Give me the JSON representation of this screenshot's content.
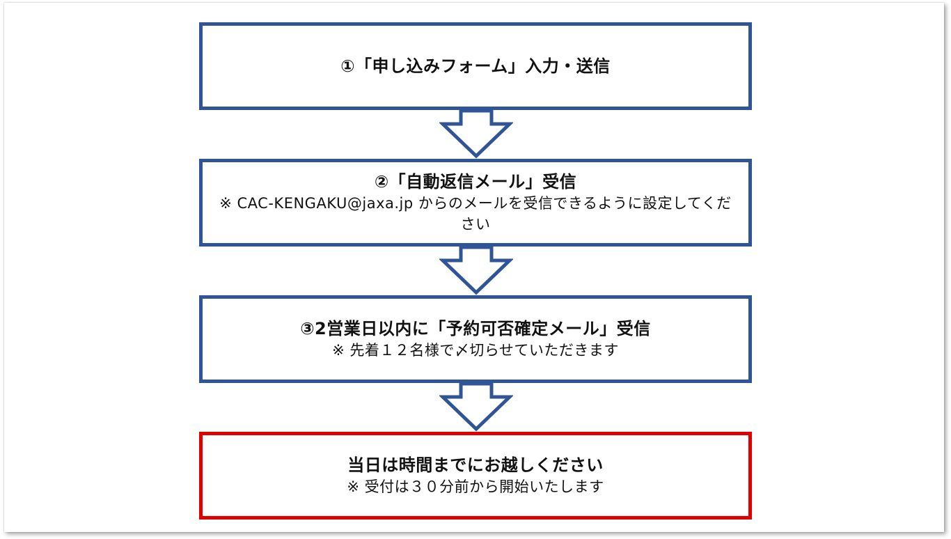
{
  "steps": [
    {
      "title": "①「申し込みフォーム」入力・送信",
      "note": ""
    },
    {
      "title": "②「自動返信メール」受信",
      "note": "※ CAC-KENGAKU@jaxa.jp からのメールを受信できるように設定してください"
    },
    {
      "title": "③2営業日以内に「予約可否確定メール」受信",
      "note": "※ 先着１２名様で〆切らせていただきます"
    },
    {
      "title": "当日は時間までにお越しください",
      "note": "※ 受付は３０分前から開始いたします"
    }
  ],
  "colors": {
    "step_border": "#2f5597",
    "final_border": "#e00000",
    "arrow_stroke": "#2f5597"
  }
}
